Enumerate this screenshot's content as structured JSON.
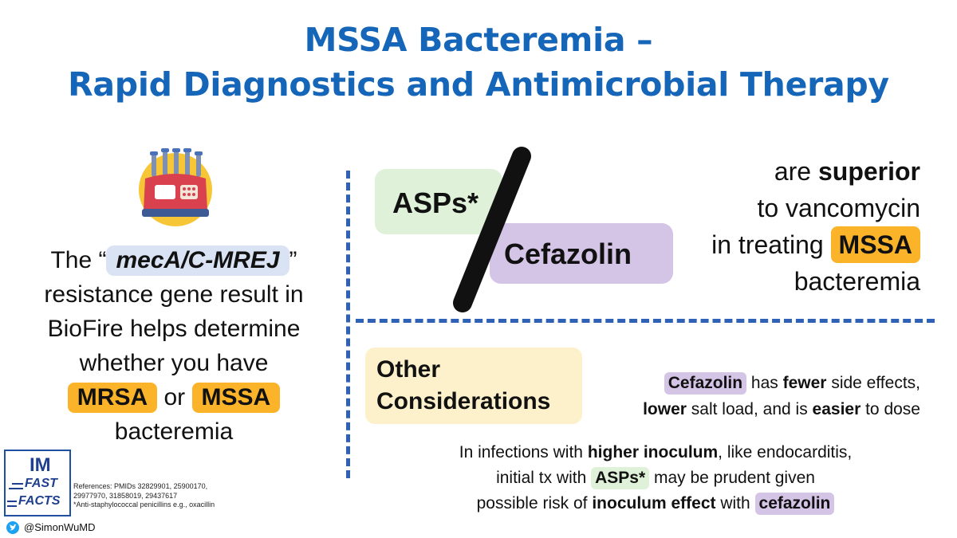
{
  "title": {
    "line1": "MSSA Bacteremia –",
    "line2": "Rapid Diagnostics and Antimicrobial Therapy"
  },
  "left_panel": {
    "the": "The “",
    "gene": "mecA/C-MREJ",
    "close_quote": "”",
    "line2": "resistance gene result in",
    "line3": "BioFire helps determine",
    "line4": "whether you have",
    "mrsa": "MRSA",
    "or": "or",
    "mssa": "MSSA",
    "line6": "bacteremia"
  },
  "drugs": {
    "asps": "ASPs*",
    "cefazolin": "Cefazolin"
  },
  "right_statement": {
    "line1_pre": "are ",
    "line1_bold": "superior",
    "line2": "to vancomycin",
    "line3_pre": "in treating ",
    "mssa": "MSSA",
    "line4": "bacteremia"
  },
  "other": {
    "line1": "Other",
    "line2": "Considerations"
  },
  "cefazolin_note": {
    "cef": "Cefazolin",
    "t1": " has ",
    "fewer": "fewer",
    "t2": " side effects,",
    "lower": "lower",
    "t3": " salt load, and is ",
    "easier": "easier",
    "t4": " to dose"
  },
  "inoculum_note": {
    "t1": "In infections with ",
    "higher": "higher inoculum",
    "t2": ", like endocarditis,",
    "t3": "initial tx with ",
    "asps": "ASPs*",
    "t4": " may be prudent given",
    "t5": "possible risk of ",
    "effect": "inoculum effect",
    "t6": " with ",
    "cef": "cefazolin"
  },
  "logo": {
    "im": "IM",
    "fast": "FAST",
    "facts": "FACTS"
  },
  "references": {
    "line1": "References: PMIDs 32829901, 25900170,",
    "line2": "29977970, 31858019, 29437617",
    "line3": "*Anti-staphylococcal penicillins e.g., oxacillin"
  },
  "twitter": {
    "handle": "@SimonWuMD"
  },
  "icons": {
    "device": "lab-analyzer-icon",
    "twitter": "twitter-bird-icon"
  },
  "colors": {
    "title_blue": "#1565b8",
    "dash_blue": "#2f62b6",
    "orange": "#fbb42a",
    "green": "#dff1d8",
    "purple": "#d4c4e6",
    "cream": "#fdf1cc",
    "gene_blue": "#d9e3f3"
  }
}
